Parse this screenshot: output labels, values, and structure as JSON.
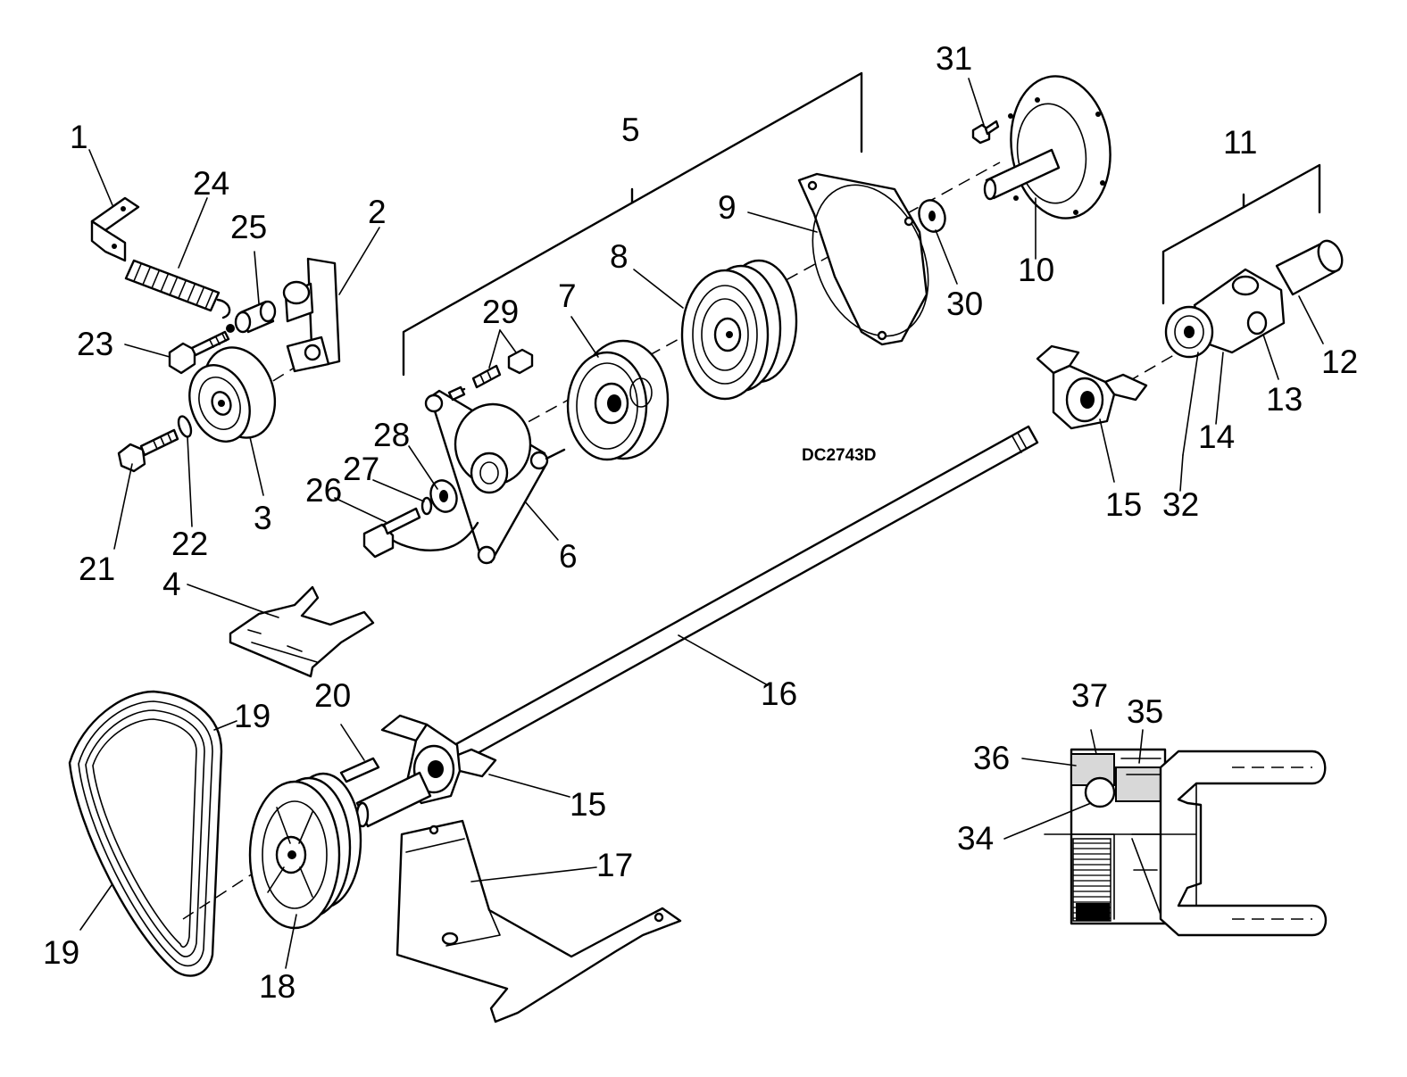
{
  "diagram": {
    "code": "DC2743D",
    "callouts": [
      "1",
      "2",
      "3",
      "4",
      "5",
      "6",
      "7",
      "8",
      "9",
      "10",
      "11",
      "12",
      "13",
      "14",
      "15",
      "15",
      "16",
      "17",
      "18",
      "19",
      "19",
      "20",
      "21",
      "22",
      "23",
      "24",
      "25",
      "26",
      "27",
      "28",
      "29",
      "30",
      "31",
      "32",
      "34",
      "35",
      "36",
      "37"
    ]
  }
}
